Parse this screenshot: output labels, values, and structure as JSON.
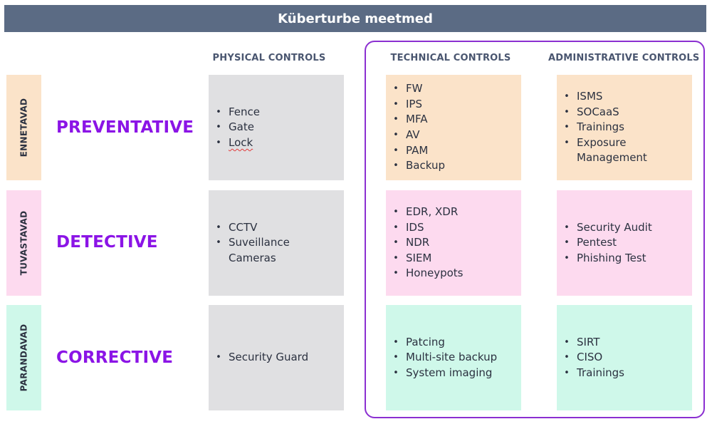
{
  "title": "Küberturbe meetmed",
  "columns": {
    "physical": "PHYSICAL CONTROLS",
    "technical": "TECHNICAL CONTROLS",
    "administrative": "ADMINISTRATIVE CONTROLS"
  },
  "rows": [
    {
      "side": "ENNETAVAD",
      "category": "PREVENTATIVE",
      "physical": [
        "Fence",
        "Gate",
        "Lock"
      ],
      "technical": [
        "FW",
        "IPS",
        "MFA",
        "AV",
        "PAM",
        "Backup"
      ],
      "administrative": [
        "ISMS",
        "SOCaaS",
        "Trainings",
        "Exposure Management"
      ]
    },
    {
      "side": "TUVASTAVAD",
      "category": "DETECTIVE",
      "physical": [
        "CCTV",
        "Suveillance Cameras"
      ],
      "technical": [
        "EDR, XDR",
        "IDS",
        "NDR",
        "SIEM",
        "Honeypots"
      ],
      "administrative": [
        "Security Audit",
        "Pentest",
        "Phishing Test"
      ]
    },
    {
      "side": "PARANDAVAD",
      "category": "CORRECTIVE",
      "physical": [
        "Security Guard"
      ],
      "technical": [
        "Patcing",
        "Multi-site backup",
        "System imaging"
      ],
      "administrative": [
        "SIRT",
        "CISO",
        "Trainings"
      ]
    }
  ],
  "bullet": "•",
  "colors": {
    "title_bar": "#5b6b84",
    "category_text": "#8b14e6",
    "highlight_frame": "#8b2fd1",
    "physical_fill": "#e0e0e2",
    "preventative_fill": "#fbe3c9",
    "detective_fill": "#fddaef",
    "corrective_fill": "#cff8ea"
  }
}
